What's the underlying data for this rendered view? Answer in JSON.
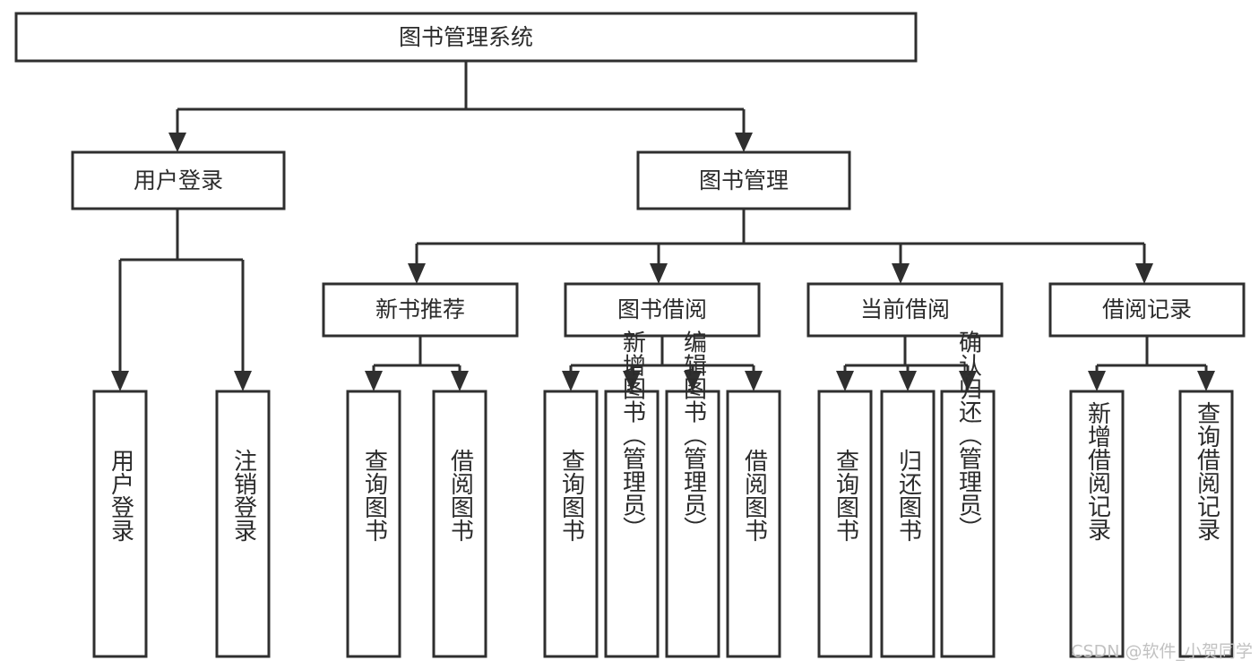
{
  "diagram": {
    "title": "图书管理系统",
    "type": "tree-hierarchy",
    "orientation": "top-down",
    "colors": {
      "box_stroke": "#2f2f2f",
      "box_fill": "#ffffff",
      "connector": "#2f2f2f",
      "text": "#2b2b2b",
      "background": "#ffffff",
      "watermark": "#c2c2c2"
    },
    "root": {
      "label": "图书管理系统"
    },
    "level2": [
      {
        "label": "用户登录"
      },
      {
        "label": "图书管理"
      }
    ],
    "level3": [
      {
        "label": "新书推荐"
      },
      {
        "label": "图书借阅"
      },
      {
        "label": "当前借阅"
      },
      {
        "label": "借阅记录"
      }
    ],
    "leaves": {
      "user_login": [
        {
          "label": "用户登录"
        },
        {
          "label": "注销登录"
        }
      ],
      "new_book_recommend": [
        {
          "label": "查询图书"
        },
        {
          "label": "借阅图书"
        }
      ],
      "book_borrow": [
        {
          "label": "查询图书"
        },
        {
          "label": "新增图书（管理员）"
        },
        {
          "label": "编辑图书（管理员）"
        },
        {
          "label": "借阅图书"
        }
      ],
      "current_borrow": [
        {
          "label": "查询图书"
        },
        {
          "label": "归还图书"
        },
        {
          "label": "确认归还（管理员）"
        }
      ],
      "borrow_record": [
        {
          "label": "新增借阅记录"
        },
        {
          "label": "查询借阅记录"
        }
      ]
    }
  },
  "watermark": {
    "text": "CSDN @软件_小贺同学"
  }
}
